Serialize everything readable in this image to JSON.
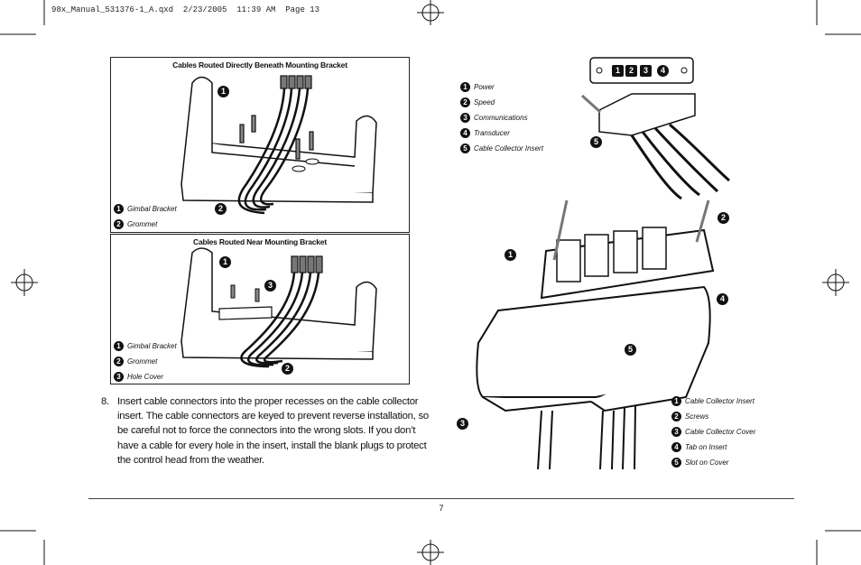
{
  "header": {
    "slug": "98x_Manual_531376-1_A.qxd  2/23/2005  11:39 AM  Page 13"
  },
  "figure_top": {
    "title": "Cables Routed Directly Beneath Mounting Bracket",
    "legend": [
      {
        "num": "1",
        "label": "Gimbal Bracket"
      },
      {
        "num": "2",
        "label": "Grommet"
      }
    ],
    "callouts": [
      "1",
      "2"
    ]
  },
  "figure_bottom": {
    "title": "Cables Routed Near Mounting Bracket",
    "legend": [
      {
        "num": "1",
        "label": "Gimbal Bracket"
      },
      {
        "num": "2",
        "label": "Grommet"
      },
      {
        "num": "3",
        "label": "Hole Cover"
      }
    ],
    "callouts": [
      "1",
      "3",
      "2"
    ]
  },
  "figure_right_top": {
    "legend": [
      {
        "num": "1",
        "label": "Power"
      },
      {
        "num": "2",
        "label": "Speed"
      },
      {
        "num": "3",
        "label": "Communications"
      },
      {
        "num": "4",
        "label": "Transducer"
      },
      {
        "num": "5",
        "label": "Cable Collector Insert"
      }
    ],
    "insert_labels": [
      "1",
      "2",
      "3",
      "4"
    ],
    "callouts": [
      "5"
    ]
  },
  "figure_right_bottom": {
    "legend": [
      {
        "num": "1",
        "label": "Cable Collector Insert"
      },
      {
        "num": "2",
        "label": "Screws"
      },
      {
        "num": "3",
        "label": "Cable Collector Cover"
      },
      {
        "num": "4",
        "label": "Tab on Insert"
      },
      {
        "num": "5",
        "label": "Slot on Cover"
      }
    ],
    "callouts": [
      "1",
      "2",
      "4",
      "5",
      "3"
    ]
  },
  "step": {
    "number": "8.",
    "text": "Insert cable connectors into the proper recesses on the cable collector insert. The cable connectors are keyed to prevent reverse installation, so be careful not to force the connectors into the wrong slots. If you don’t have a cable for every hole in the insert, install the blank plugs to protect the control head from the weather."
  },
  "footer": {
    "page_number": "7"
  }
}
